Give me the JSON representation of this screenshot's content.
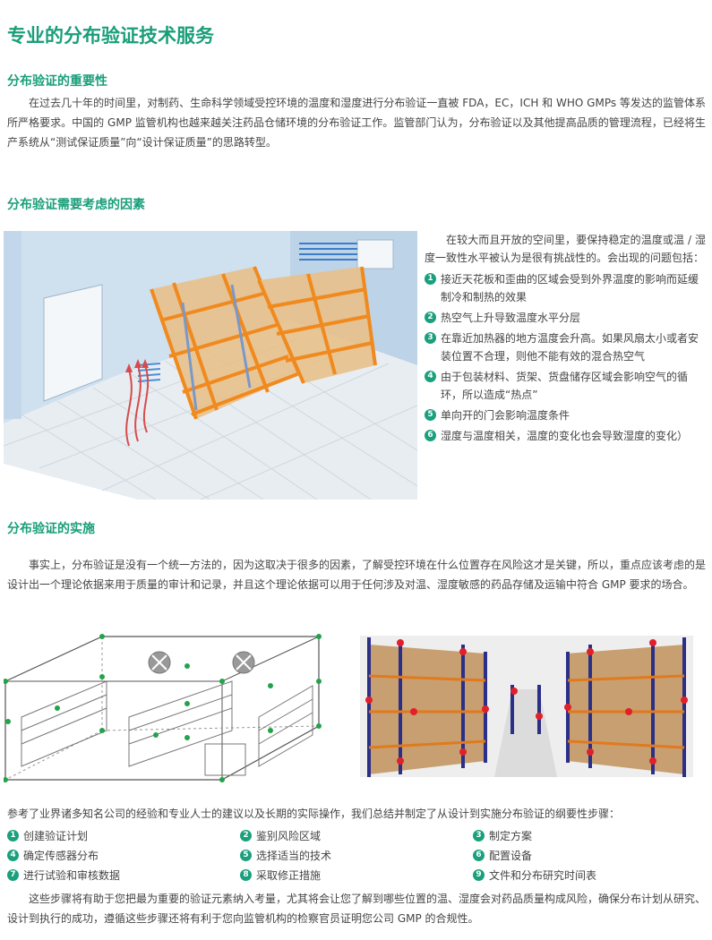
{
  "title": "专业的分布验证技术服务",
  "section1": {
    "heading": "分布验证的重要性",
    "body": "在过去几十年的时间里，对制药、生命科学领域受控环境的温度和湿度进行分布验证一直被 FDA，EC，ICH 和 WHO GMPs 等发达的监管体系所严格要求。中国的 GMP 监管机构也越来越关注药品仓储环境的分布验证工作。监管部门认为，分布验证以及其他提高品质的管理流程，已经将生产系统从“测试保证质量”向“设计保证质量”的思路转型。"
  },
  "section2": {
    "heading": "分布验证需要考虑的因素",
    "intro": "在较大而且开放的空间里，要保持稳定的温度或温 / 湿度一致性水平被认为是很有挑战性的。会出现的问题包括：",
    "items": [
      {
        "num": "1",
        "text": "接近天花板和歪曲的区域会受到外界温度的影响而延缓制冷和制热的效果"
      },
      {
        "num": "2",
        "text": "热空气上升导致温度水平分层"
      },
      {
        "num": "3",
        "text": "在靠近加热器的地方温度会升高。如果风扇太小或者安装位置不合理，则他不能有效的混合热空气"
      },
      {
        "num": "4",
        "text": "由于包装材料、货架、货盘储存区域会影响空气的循环，所以造成“热点”"
      },
      {
        "num": "5",
        "text": "单向开的门会影响温度条件"
      },
      {
        "num": "6",
        "text": "湿度与温度相关，温度的变化也会导致湿度的变化）"
      }
    ]
  },
  "section3": {
    "heading": "分布验证的实施",
    "body": "事实上，分布验证是没有一个统一方法的，因为这取决于很多的因素，了解受控环境在什么位置存在风险这才是关键，所以，重点应该考虑的是设计出一个理论依据来用于质量的审计和记录，并且这个理论依据可以用于任何涉及对温、湿度敏感的药品存储及运输中符合 GMP 要求的场合。"
  },
  "section4": {
    "intro": "参考了业界诸多知名公司的经验和专业人士的建议以及长期的实际操作，我们总结并制定了从设计到实施分布验证的纲要性步骤：",
    "steps": [
      {
        "num": "1",
        "text": "创建验证计划"
      },
      {
        "num": "2",
        "text": "鉴别风险区域"
      },
      {
        "num": "3",
        "text": "制定方案"
      },
      {
        "num": "4",
        "text": "确定传感器分布"
      },
      {
        "num": "5",
        "text": "选择适当的技术"
      },
      {
        "num": "6",
        "text": "配置设备"
      },
      {
        "num": "7",
        "text": "进行试验和审核数据"
      },
      {
        "num": "8",
        "text": "采取修正措施"
      },
      {
        "num": "9",
        "text": "文件和分布研究时间表"
      }
    ],
    "closing": "这些步骤将有助于您把最为重要的验证元素纳入考量，尤其将会让您了解到哪些位置的温、湿度会对药品质量构成风险，确保分布计划从研究、设计到执行的成功，遵循这些步骤还将有利于您向监管机构的检察官员证明您公司 GMP 的合规性。"
  }
}
